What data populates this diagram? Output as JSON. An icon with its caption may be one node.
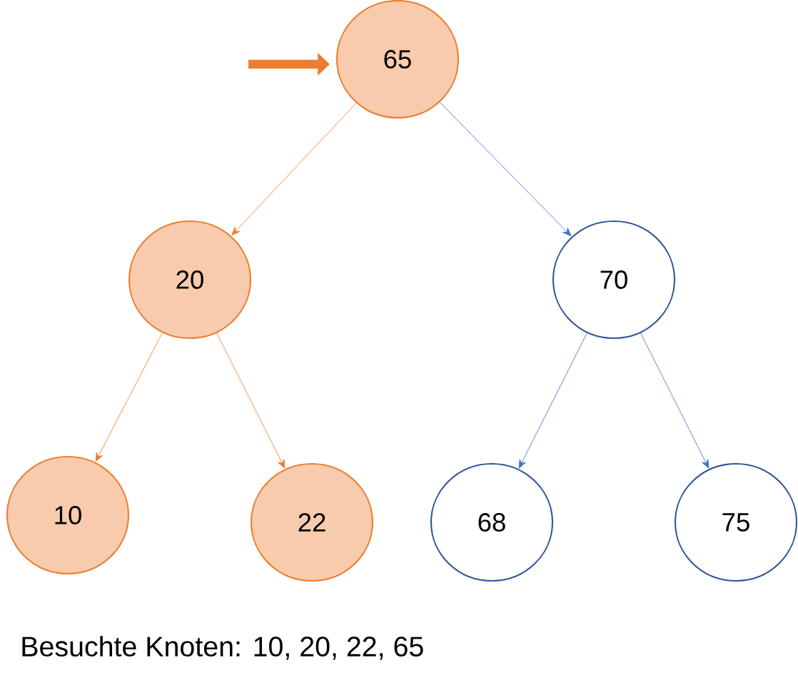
{
  "diagram": {
    "nodes": [
      {
        "text": [
          "65"
        ]
      },
      {
        "text": [
          "20"
        ]
      },
      {
        "text": [
          "70"
        ]
      },
      {
        "text": [
          "10"
        ]
      },
      {
        "text": [
          "22"
        ]
      },
      {
        "text": [
          "68"
        ]
      },
      {
        "text": [
          "75"
        ]
      }
    ],
    "edges": [
      {
        "from": null,
        "to": 0,
        "arrow": "to",
        "style": "thick",
        "color": "#ed7d31"
      },
      {
        "from": 0,
        "to": 1,
        "arrow": "to",
        "color": "#ed7d31"
      },
      {
        "from": 0,
        "to": 2,
        "arrow": "to",
        "color": "#4472c4"
      },
      {
        "from": 1,
        "to": 3,
        "arrow": "to",
        "color": "#ed7d31"
      },
      {
        "from": 1,
        "to": 4,
        "arrow": "to",
        "color": "#ed7d31"
      },
      {
        "from": 2,
        "to": 5,
        "arrow": "to",
        "color": "#4472c4"
      },
      {
        "from": 2,
        "to": 6,
        "arrow": "to",
        "color": "#4472c4"
      }
    ],
    "labels": [
      "Besuchte Knoten: 10, 20, 22, 65"
    ]
  }
}
